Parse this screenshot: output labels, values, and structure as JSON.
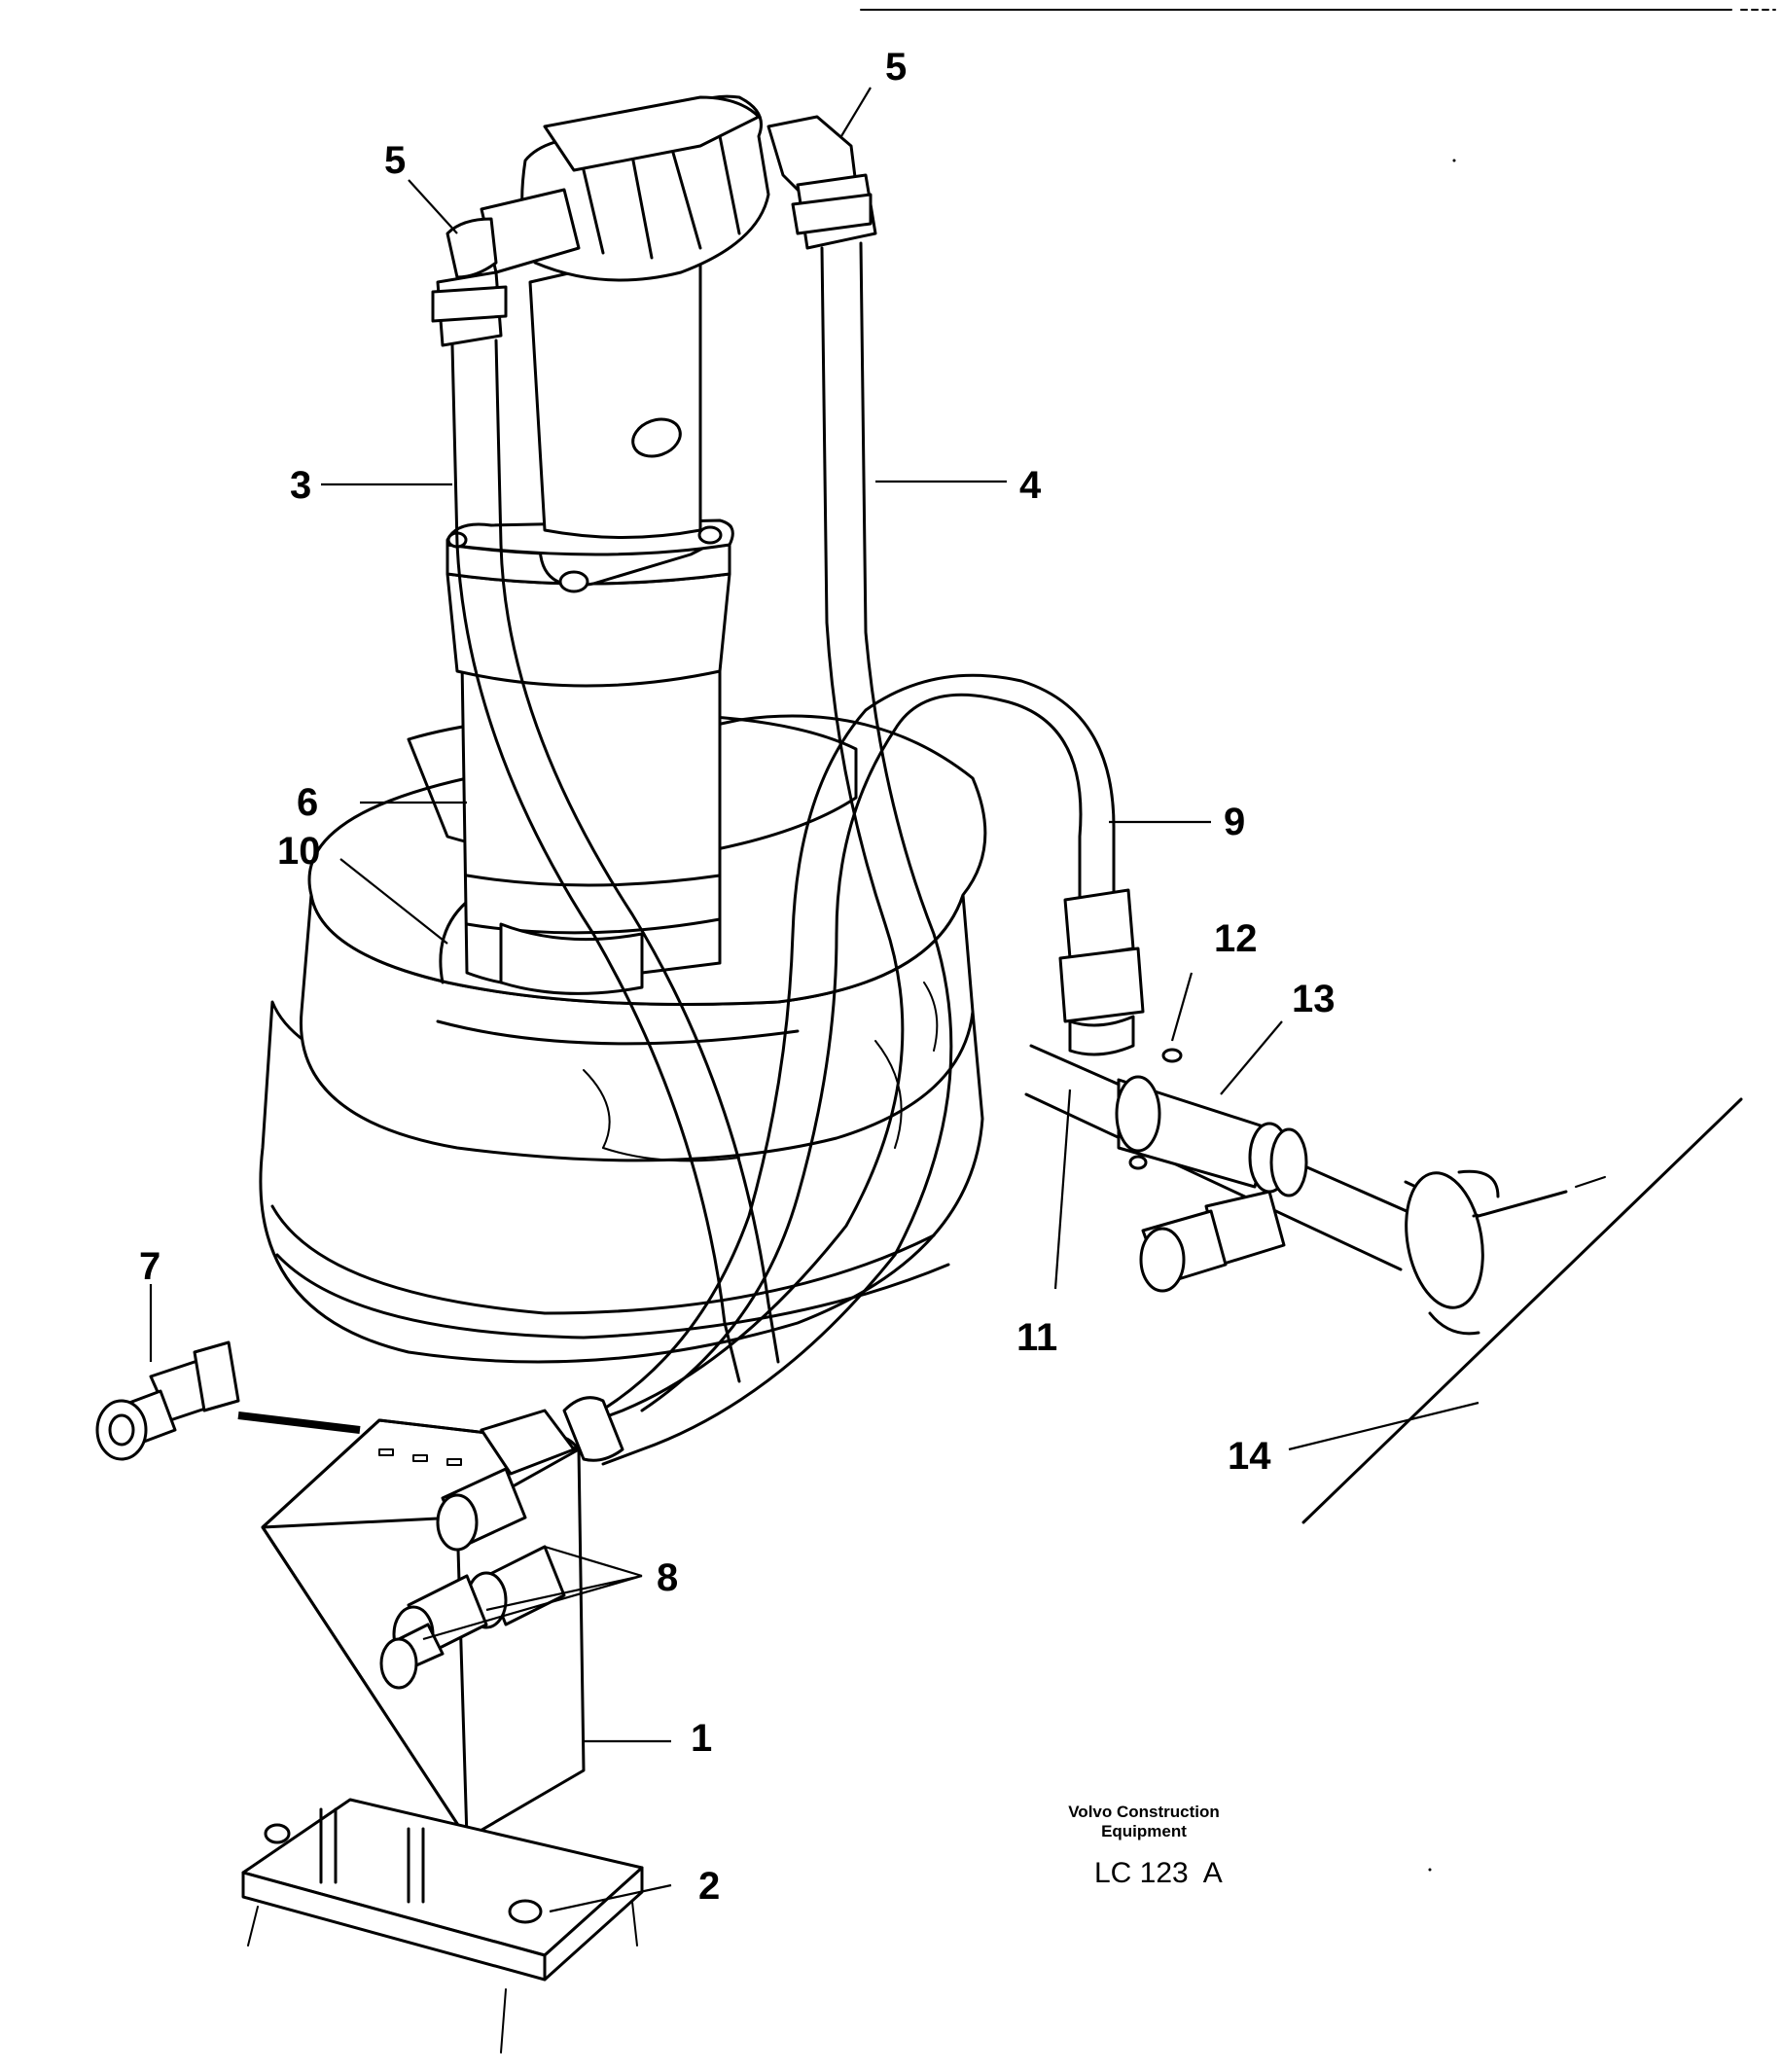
{
  "callouts": {
    "c1": "1",
    "c2": "2",
    "c3": "3",
    "c4": "4",
    "c5a": "5",
    "c5b": "5",
    "c6": "6",
    "c7": "7",
    "c8": "8",
    "c9": "9",
    "c10": "10",
    "c11": "11",
    "c12": "12",
    "c13": "13",
    "c14": "14"
  },
  "footer": {
    "brand_line1": "Volvo Construction",
    "brand_line2": "Equipment",
    "drawing_code": "LC 123  A"
  }
}
